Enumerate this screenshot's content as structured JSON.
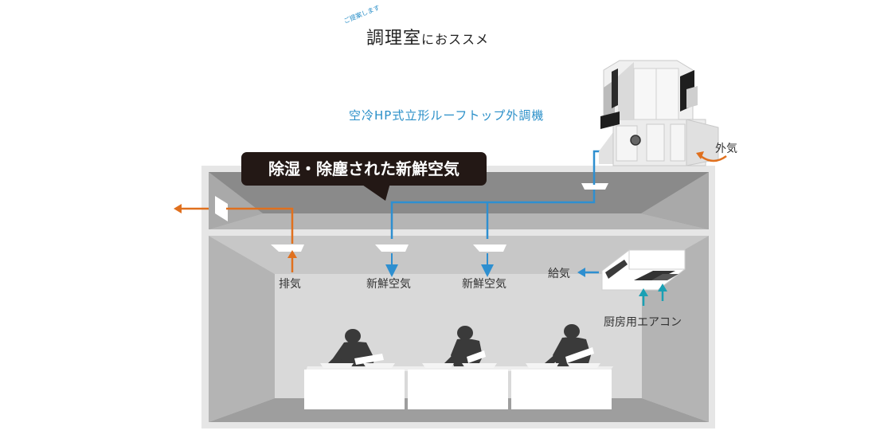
{
  "title": {
    "sub": "ご提案します",
    "main": "調理室",
    "suffix": "におススメ"
  },
  "unit_label": "空冷HP式立形ルーフトップ外調機",
  "outside_air_label": "外気",
  "callout": "除湿・除塵された新鮮空気",
  "labels": {
    "exhaust": "排気",
    "fresh_air_1": "新鮮空気",
    "fresh_air_2": "新鮮空気",
    "supply_air": "給気",
    "kitchen_ac": "厨房用エアコン"
  },
  "colors": {
    "fresh_air_line": "#2e8fd0",
    "exhaust_line": "#e0701e",
    "ac_intake": "#1aa0b4",
    "callout_bg": "#231815",
    "title_accent": "#2a8fc8"
  }
}
